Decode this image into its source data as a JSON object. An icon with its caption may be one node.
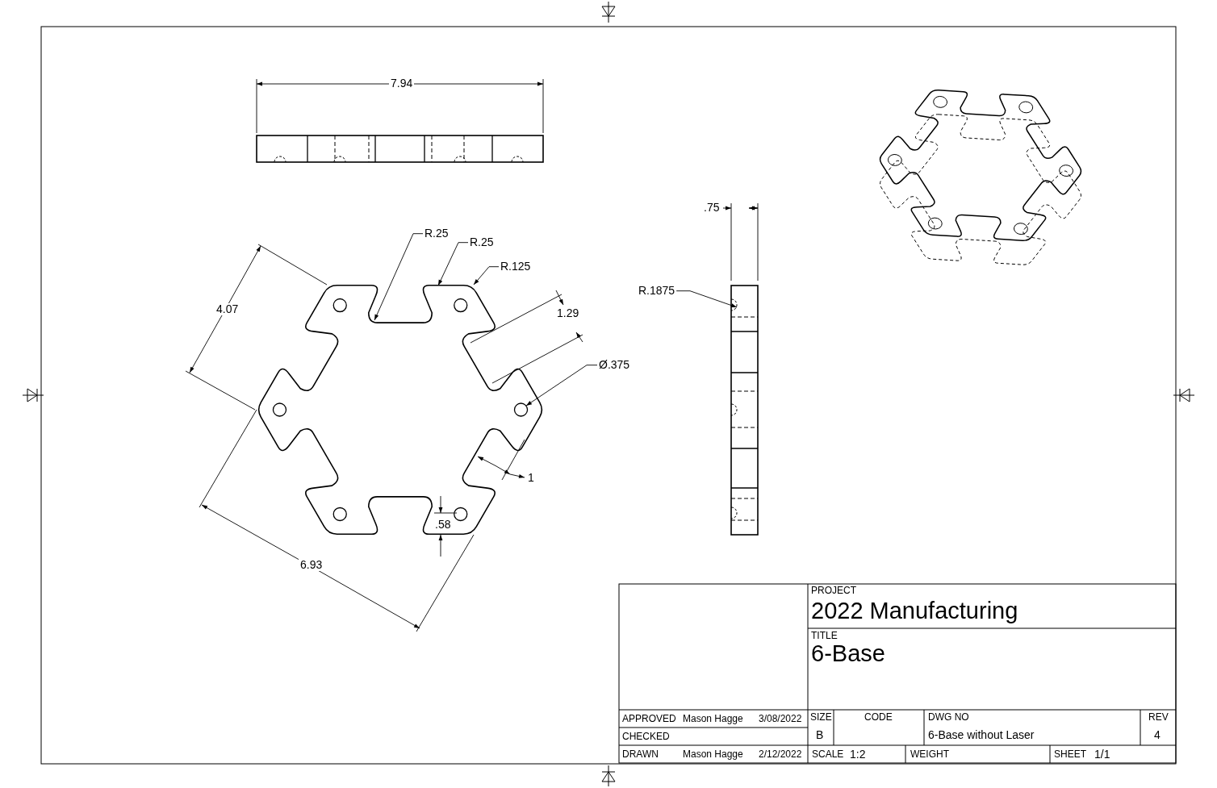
{
  "diagram": {
    "nodes": [
      {
        "text": [
          "R.25"
        ]
      },
      {
        "text": [
          "R.25"
        ]
      },
      {
        "text": [
          "R.125"
        ]
      },
      {
        "text": [
          "Ø.375"
        ]
      },
      {
        "text": [
          "R.1875"
        ]
      },
      {
        "text": [],
        "shape": "picture"
      },
      {
        "text": [],
        "shape": "picture"
      }
    ],
    "edges": [
      {
        "from": 0,
        "to": 5,
        "arrow": "to"
      },
      {
        "from": 1,
        "to": 5,
        "arrow": "to"
      },
      {
        "from": 2,
        "to": 5,
        "arrow": "to"
      },
      {
        "from": 3,
        "to": 5,
        "arrow": "to"
      },
      {
        "from": 4,
        "to": 6,
        "arrow": "to"
      }
    ],
    "labels": [
      "7.94",
      "4.07",
      "1.29",
      "6.93",
      "1",
      ".58",
      ".75",
      "PROJECT",
      "2022 Manufacturing",
      "TITLE",
      "6-Base",
      "APPROVED",
      "Mason Hagge",
      "3/08/2022",
      "SIZE",
      "CODE",
      "DWG NO",
      "REV",
      "CHECKED",
      "B",
      "6-Base without Laser",
      "4",
      "DRAWN",
      "Mason Hagge",
      "2/12/2022",
      "SCALE",
      "1:2",
      "WEIGHT",
      "SHEET",
      "1/1"
    ]
  }
}
